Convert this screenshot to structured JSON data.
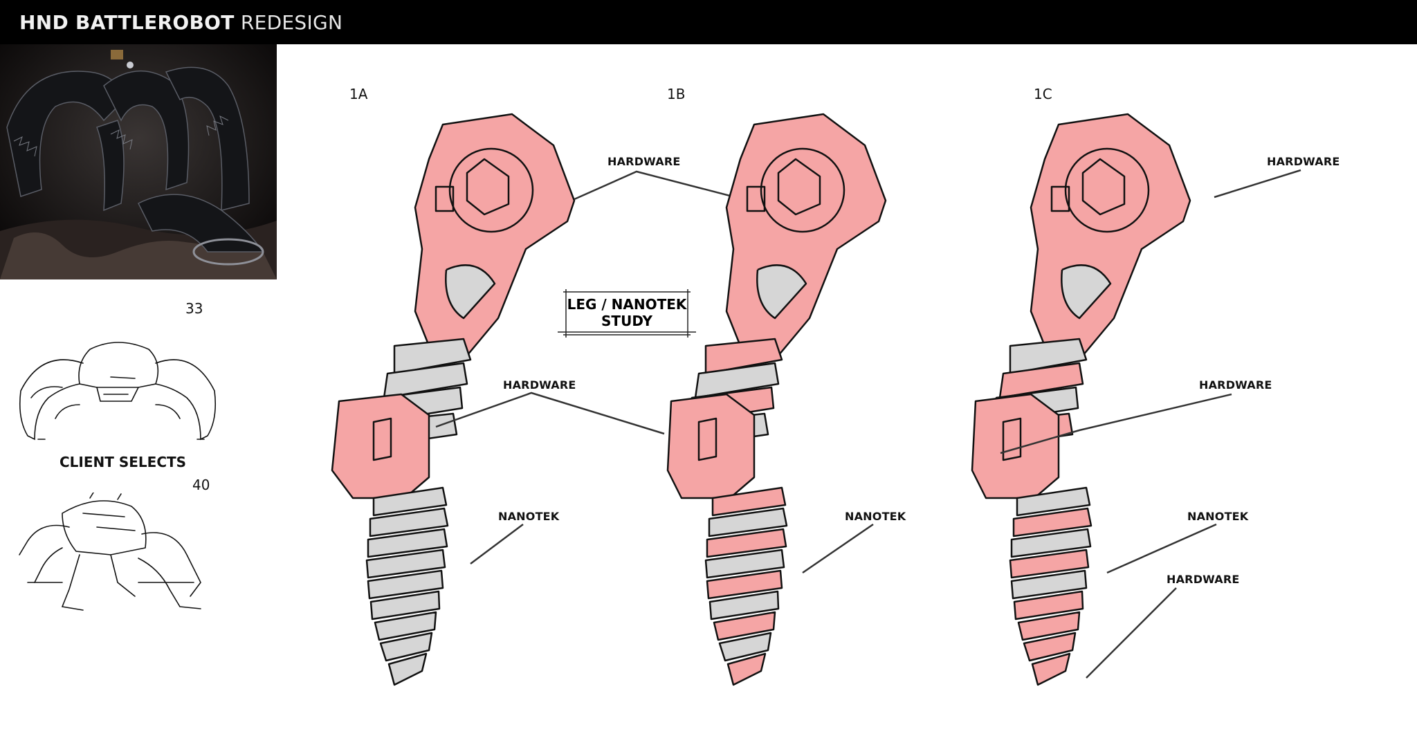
{
  "header": {
    "title_bold": "HND BATTLEROBOT",
    "title_light": "REDESIGN"
  },
  "reference": {
    "sketch_a_number": "33",
    "client_selects": "CLIENT SELECTS",
    "sketch_b_number": "40"
  },
  "study_box": {
    "line1": "LEG / NANOTEK",
    "line2": "STUDY"
  },
  "variants": [
    {
      "id": "1A",
      "hardware_top": "HARDWARE",
      "hardware_mid": "HARDWARE",
      "nanotek": "NANOTEK"
    },
    {
      "id": "1B",
      "hardware_top": "HARDWARE",
      "hardware_mid": "HARDWARE",
      "nanotek": "NANOTEK"
    },
    {
      "id": "1C",
      "hardware_top": "HARDWARE",
      "hardware_mid": "HARDWARE",
      "nanotek": "NANOTEK",
      "hardware_tip": "HARDWARE"
    }
  ],
  "colors": {
    "hardware": "#f5a5a5",
    "nanotek_grey": "#d6d6d6",
    "topbar": "#000000"
  }
}
